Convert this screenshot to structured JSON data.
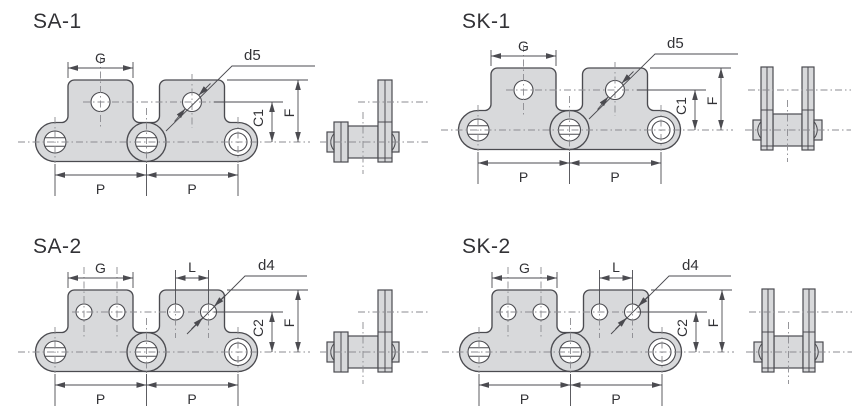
{
  "colors": {
    "background": "#ffffff",
    "plate_fill": "#d8d9db",
    "outline": "#4b4b50",
    "centerline": "#8b8b90",
    "dimension_line": "#4b4b50",
    "label_text": "#323236"
  },
  "diagrams": [
    {
      "title": "SA-1",
      "attachment": "one-side",
      "holes_per_tab": 1,
      "labels": {
        "tab_width": "G",
        "hole_diameter": "d5",
        "hole_center_height": "C1",
        "attachment_height": "F",
        "pitch_left": "P",
        "pitch_right": "P"
      }
    },
    {
      "title": "SK-1",
      "attachment": "both-sides",
      "holes_per_tab": 1,
      "labels": {
        "tab_width": "G",
        "hole_diameter": "d5",
        "hole_center_height": "C1",
        "attachment_height": "F",
        "pitch_left": "P",
        "pitch_right": "P"
      }
    },
    {
      "title": "SA-2",
      "attachment": "one-side",
      "holes_per_tab": 2,
      "labels": {
        "tab_width": "G",
        "hole_spacing": "L",
        "hole_diameter": "d4",
        "hole_center_height": "C2",
        "attachment_height": "F",
        "pitch_left": "P",
        "pitch_right": "P"
      }
    },
    {
      "title": "SK-2",
      "attachment": "both-sides",
      "holes_per_tab": 2,
      "labels": {
        "tab_width": "G",
        "hole_spacing": "L",
        "hole_diameter": "d4",
        "hole_center_height": "C2",
        "attachment_height": "F",
        "pitch_left": "P",
        "pitch_right": "P"
      }
    }
  ]
}
